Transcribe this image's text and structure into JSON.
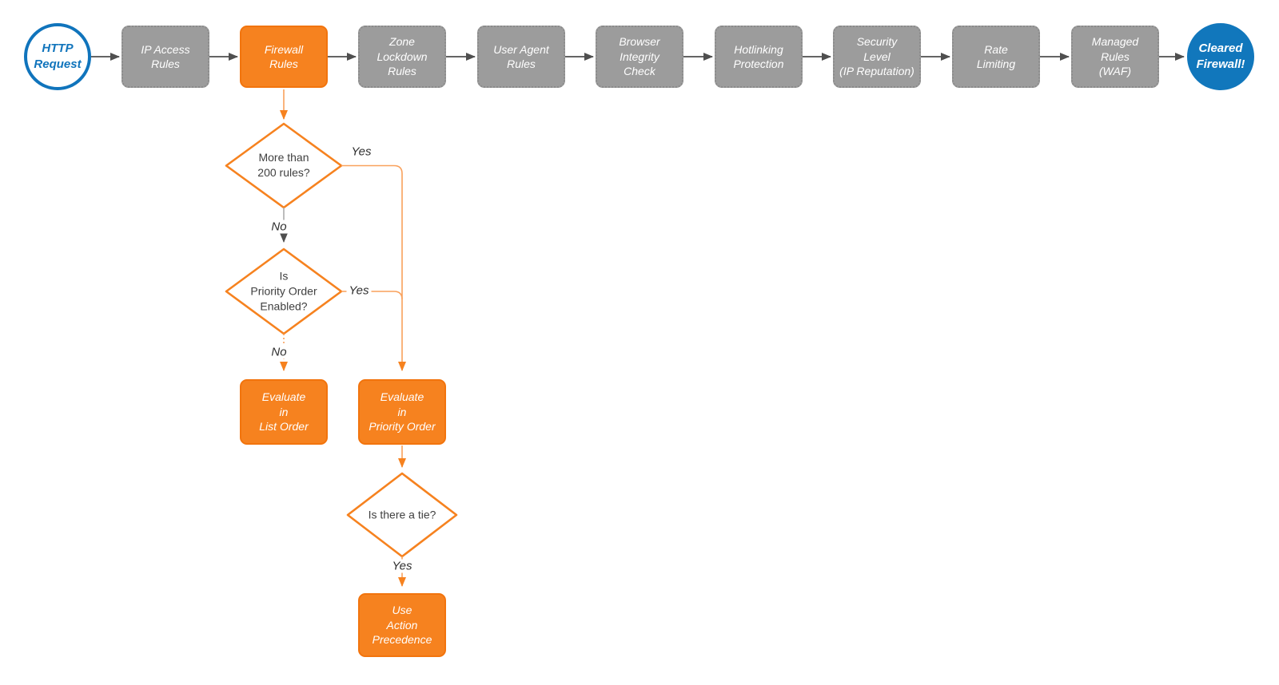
{
  "diagram": {
    "colors": {
      "accent_orange": "#F6821F",
      "step_gray": "#9C9C9C",
      "brand_blue": "#1074BC",
      "arrow_dark": "#4F4F4F"
    },
    "start": {
      "label": "HTTP\nRequest"
    },
    "end": {
      "label": "Cleared\nFirewall!"
    },
    "pipeline": [
      {
        "id": "ip-access-rules",
        "label": "IP Access\nRules"
      },
      {
        "id": "firewall-rules",
        "label": "Firewall\nRules"
      },
      {
        "id": "zone-lockdown-rules",
        "label": "Zone\nLockdown\nRules"
      },
      {
        "id": "user-agent-rules",
        "label": "User Agent\nRules"
      },
      {
        "id": "browser-integrity-check",
        "label": "Browser\nIntegrity\nCheck"
      },
      {
        "id": "hotlinking-protection",
        "label": "Hotlinking\nProtection"
      },
      {
        "id": "security-level",
        "label": "Security\nLevel\n(IP Reputation)"
      },
      {
        "id": "rate-limiting",
        "label": "Rate\nLimiting"
      },
      {
        "id": "managed-rules-waf",
        "label": "Managed\nRules\n(WAF)"
      }
    ],
    "decisions": [
      {
        "id": "more-than-200-rules",
        "label": "More than\n200 rules?"
      },
      {
        "id": "is-priority-order-enabled",
        "label": "Is\nPriority Order\nEnabled?"
      },
      {
        "id": "is-there-a-tie",
        "label": "Is there a tie?"
      }
    ],
    "actions": [
      {
        "id": "evaluate-in-list-order",
        "label": "Evaluate\nin\nList Order"
      },
      {
        "id": "evaluate-in-priority-order",
        "label": "Evaluate\nin\nPriority Order"
      },
      {
        "id": "use-action-precedence",
        "label": "Use\nAction\nPrecedence"
      }
    ],
    "edge_labels": {
      "yes1": "Yes",
      "no1": "No",
      "yes2": "Yes",
      "no2": "No",
      "yes3": "Yes"
    }
  }
}
